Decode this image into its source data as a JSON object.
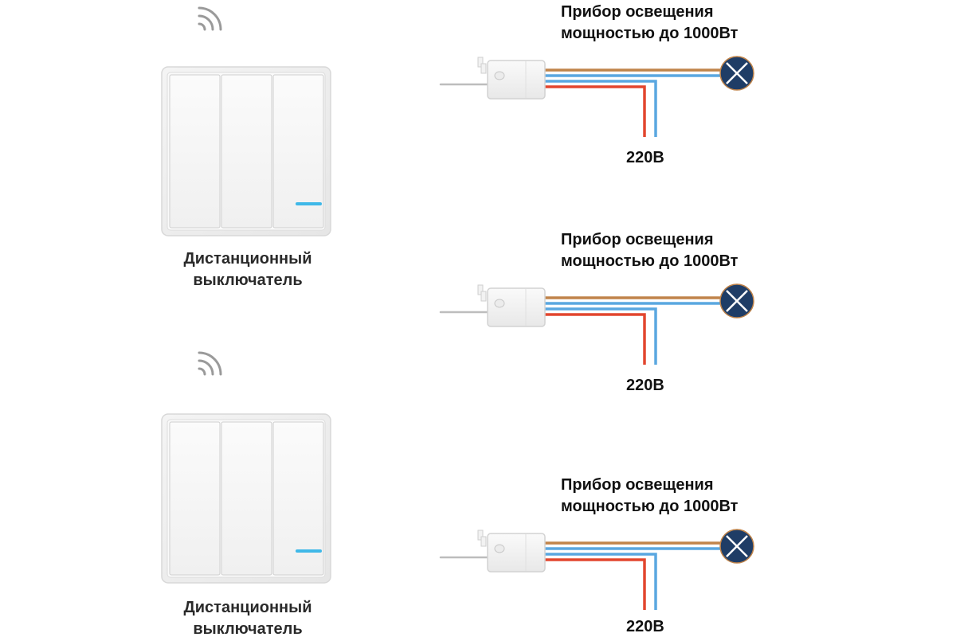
{
  "colors": {
    "wire_brown": "#c0844a",
    "wire_blue": "#5aa7e0",
    "wire_red": "#e2462e",
    "lamp_fill": "#1f3d66",
    "led_indicator": "#3fb8e8"
  },
  "switches": [
    {
      "caption_line1": "Дистанционный",
      "caption_line2": "выключатель",
      "gang_count": 3,
      "signal_icon": "wifi-signal-icon"
    },
    {
      "caption_line1": "Дистанционный",
      "caption_line2": "выключатель",
      "gang_count": 3,
      "signal_icon": "wifi-signal-icon"
    }
  ],
  "circuits": [
    {
      "lamp_label_line1": "Прибор освещения",
      "lamp_label_line2": "мощностью до 1000Вт",
      "supply_label": "220В",
      "lamp_icon": "lamp-icon",
      "receiver_icon": "receiver-module-icon"
    },
    {
      "lamp_label_line1": "Прибор освещения",
      "lamp_label_line2": "мощностью до 1000Вт",
      "supply_label": "220В",
      "lamp_icon": "lamp-icon",
      "receiver_icon": "receiver-module-icon"
    },
    {
      "lamp_label_line1": "Прибор освещения",
      "lamp_label_line2": "мощностью до 1000Вт",
      "supply_label": "220В",
      "lamp_icon": "lamp-icon",
      "receiver_icon": "receiver-module-icon"
    }
  ]
}
